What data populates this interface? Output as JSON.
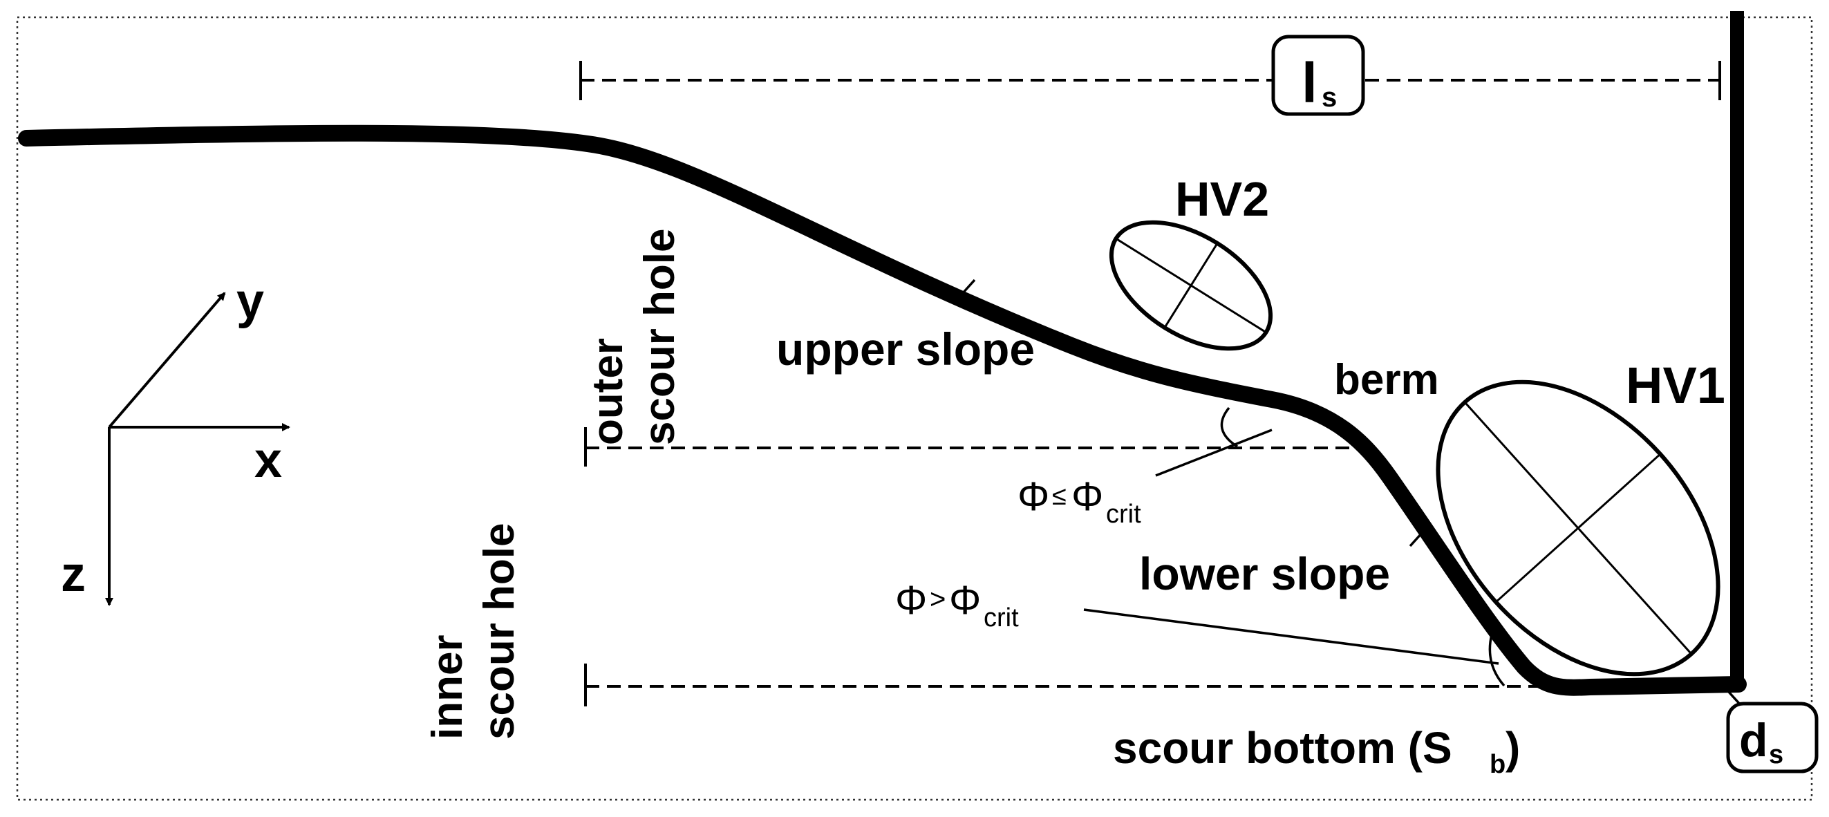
{
  "diagram": {
    "labels": {
      "ls": "l",
      "ls_sub": "s",
      "ds": "d",
      "ds_sub": "s",
      "hv2": "HV2",
      "hv1": "HV1",
      "upper_slope": "upper slope",
      "berm": "berm",
      "lower_slope": "lower slope",
      "outer_line1": "outer",
      "outer_line2": "scour hole",
      "inner_line1": "inner",
      "inner_line2": "scour hole",
      "phi_le": "Φ",
      "phi_le_op": "≤",
      "phi_le_rhs": "Φ",
      "phi_le_sub": "crit",
      "phi_gt": "Φ",
      "phi_gt_op": ">",
      "phi_gt_rhs": "Φ",
      "phi_gt_sub": "crit",
      "scour_bottom": "scour bottom (S",
      "scour_bottom_sub": "b",
      "scour_bottom_close": ")",
      "axis_x": "x",
      "axis_y": "y",
      "axis_z": "z"
    }
  }
}
